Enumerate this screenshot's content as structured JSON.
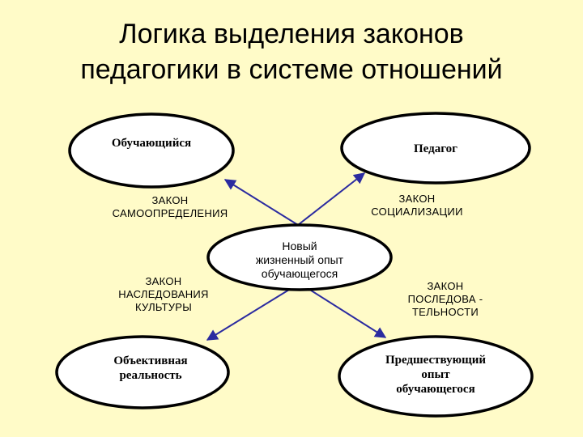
{
  "title": {
    "line1": "Логика выделения законов",
    "line2": "педагогики в системе отношений"
  },
  "nodes": {
    "learner": "Обучающийся",
    "teacher": "Педагог",
    "center": [
      "Новый",
      "жизненный опыт",
      "обучающегося"
    ],
    "reality": [
      "Объективная",
      "реальность"
    ],
    "prior": [
      "Предшествующий",
      "опыт",
      "обучающегося"
    ]
  },
  "laws": {
    "self_determination": [
      "ЗАКОН",
      "САМООПРЕДЕЛЕНИЯ"
    ],
    "socialization": [
      "ЗАКОН",
      "СОЦИАЛИЗАЦИИ"
    ],
    "culture": [
      "ЗАКОН",
      "НАСЛЕДОВАНИЯ",
      "КУЛЬТУРЫ"
    ],
    "sequence": [
      "ЗАКОН",
      "ПОСЛЕДОВА -",
      "ТЕЛЬНОСТИ"
    ]
  },
  "colors": {
    "background": "#fffbc8",
    "ellipse_fill": "#ffffff",
    "stroke": "#000000",
    "arrow": "#2b2ba0"
  }
}
